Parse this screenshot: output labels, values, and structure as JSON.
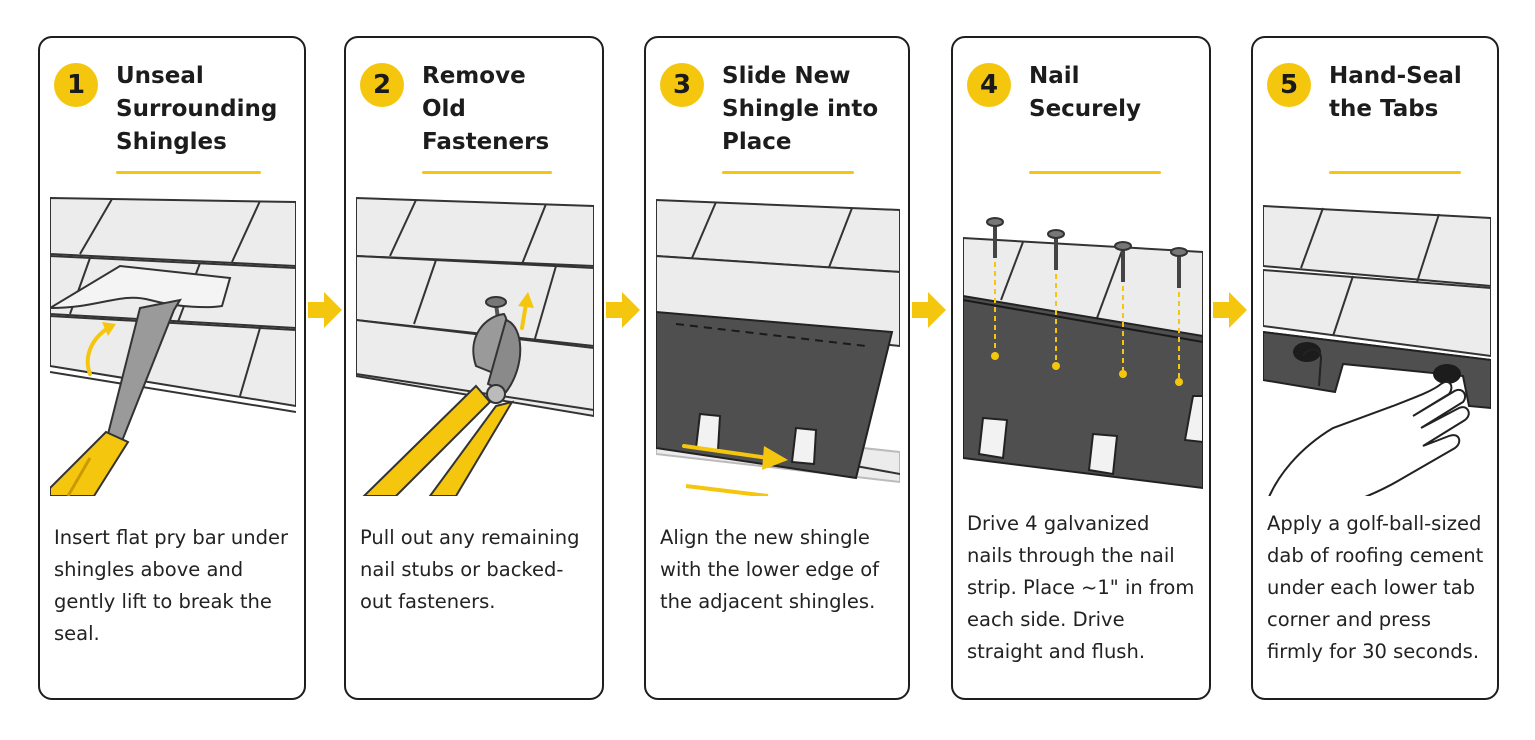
{
  "colors": {
    "accent": "#f5c60e",
    "outline": "#1e1e1e",
    "shingle_light": "#ececec",
    "shingle_dark": "#4f4f4f"
  },
  "steps": [
    {
      "number": "1",
      "title_lines": [
        "Unseal",
        "Surrounding",
        "Shingles"
      ],
      "description": "Insert flat pry bar under shingles above and gently lift to break the seal."
    },
    {
      "number": "2",
      "title_lines": [
        "Remove",
        "Old",
        "Fasteners"
      ],
      "description": "Pull out any remaining nail stubs or backed-out fasteners."
    },
    {
      "number": "3",
      "title_lines": [
        "Slide New",
        "Shingle into",
        "Place"
      ],
      "description": "Align the new shingle with the lower edge of the adjacent shingles."
    },
    {
      "number": "4",
      "title_lines": [
        "Nail",
        "Securely"
      ],
      "description": "Drive 4 galvanized nails through the nail strip. Place ~1\" in from each side. Drive straight and flush."
    },
    {
      "number": "5",
      "title_lines": [
        "Hand-Seal",
        "the Tabs"
      ],
      "description": "Apply a golf-ball-sized dab of roofing cement under each lower tab corner and press firmly for 30 seconds."
    }
  ],
  "connector_icon": "arrow-right-icon"
}
